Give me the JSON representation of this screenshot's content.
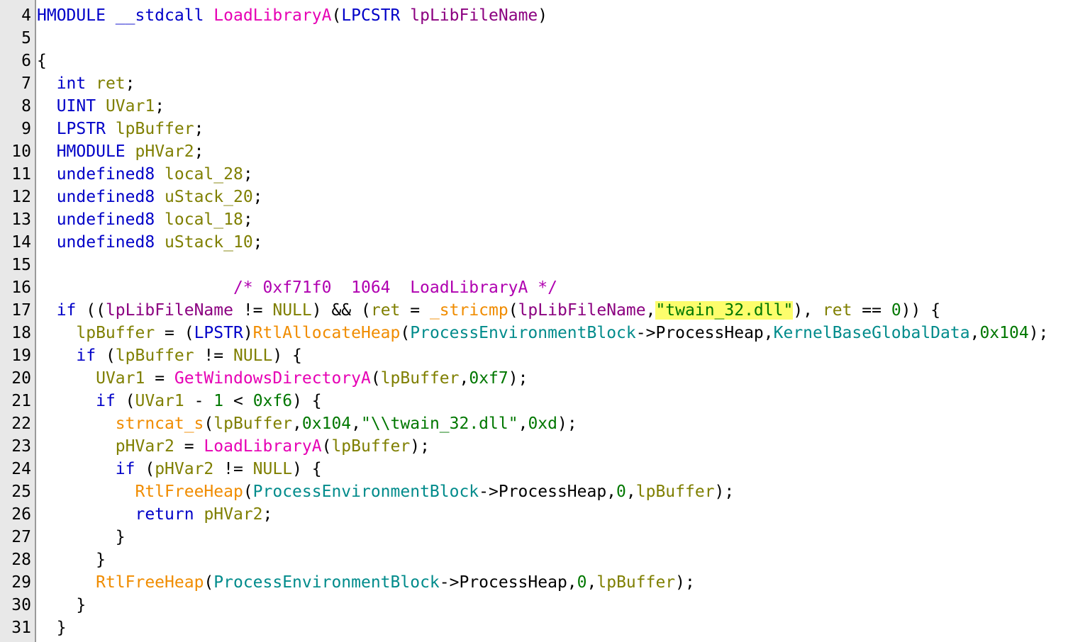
{
  "editor": {
    "lines": [
      {
        "n": "4",
        "tokens": [
          {
            "t": "HMODULE",
            "c": "type"
          },
          {
            "t": " ",
            "c": "pl"
          },
          {
            "t": "__stdcall",
            "c": "kw"
          },
          {
            "t": " ",
            "c": "pl"
          },
          {
            "t": "LoadLibraryA",
            "c": "fn"
          },
          {
            "t": "(",
            "c": "pl"
          },
          {
            "t": "LPCSTR",
            "c": "type"
          },
          {
            "t": " ",
            "c": "pl"
          },
          {
            "t": "lpLibFileName",
            "c": "param"
          },
          {
            "t": ")",
            "c": "pl"
          }
        ]
      },
      {
        "n": "5",
        "tokens": []
      },
      {
        "n": "6",
        "tokens": [
          {
            "t": "{",
            "c": "pl"
          }
        ]
      },
      {
        "n": "7",
        "tokens": [
          {
            "t": "  ",
            "c": "pl"
          },
          {
            "t": "int",
            "c": "type"
          },
          {
            "t": " ",
            "c": "pl"
          },
          {
            "t": "ret",
            "c": "var"
          },
          {
            "t": ";",
            "c": "pl"
          }
        ]
      },
      {
        "n": "8",
        "tokens": [
          {
            "t": "  ",
            "c": "pl"
          },
          {
            "t": "UINT",
            "c": "type"
          },
          {
            "t": " ",
            "c": "pl"
          },
          {
            "t": "UVar1",
            "c": "var"
          },
          {
            "t": ";",
            "c": "pl"
          }
        ]
      },
      {
        "n": "9",
        "tokens": [
          {
            "t": "  ",
            "c": "pl"
          },
          {
            "t": "LPSTR",
            "c": "type"
          },
          {
            "t": " ",
            "c": "pl"
          },
          {
            "t": "lpBuffer",
            "c": "var"
          },
          {
            "t": ";",
            "c": "pl"
          }
        ]
      },
      {
        "n": "10",
        "tokens": [
          {
            "t": "  ",
            "c": "pl"
          },
          {
            "t": "HMODULE",
            "c": "type"
          },
          {
            "t": " ",
            "c": "pl"
          },
          {
            "t": "pHVar2",
            "c": "var"
          },
          {
            "t": ";",
            "c": "pl"
          }
        ]
      },
      {
        "n": "11",
        "tokens": [
          {
            "t": "  ",
            "c": "pl"
          },
          {
            "t": "undefined8",
            "c": "type"
          },
          {
            "t": " ",
            "c": "pl"
          },
          {
            "t": "local_28",
            "c": "var"
          },
          {
            "t": ";",
            "c": "pl"
          }
        ]
      },
      {
        "n": "12",
        "tokens": [
          {
            "t": "  ",
            "c": "pl"
          },
          {
            "t": "undefined8",
            "c": "type"
          },
          {
            "t": " ",
            "c": "pl"
          },
          {
            "t": "uStack_20",
            "c": "var"
          },
          {
            "t": ";",
            "c": "pl"
          }
        ]
      },
      {
        "n": "13",
        "tokens": [
          {
            "t": "  ",
            "c": "pl"
          },
          {
            "t": "undefined8",
            "c": "type"
          },
          {
            "t": " ",
            "c": "pl"
          },
          {
            "t": "local_18",
            "c": "var"
          },
          {
            "t": ";",
            "c": "pl"
          }
        ]
      },
      {
        "n": "14",
        "tokens": [
          {
            "t": "  ",
            "c": "pl"
          },
          {
            "t": "undefined8",
            "c": "type"
          },
          {
            "t": " ",
            "c": "pl"
          },
          {
            "t": "uStack_10",
            "c": "var"
          },
          {
            "t": ";",
            "c": "pl"
          }
        ]
      },
      {
        "n": "15",
        "tokens": []
      },
      {
        "n": "16",
        "tokens": [
          {
            "t": "                    ",
            "c": "pl"
          },
          {
            "t": "/* 0xf71f0  1064  LoadLibraryA */",
            "c": "cmt"
          }
        ]
      },
      {
        "n": "17",
        "tokens": [
          {
            "t": "  ",
            "c": "pl"
          },
          {
            "t": "if",
            "c": "kw"
          },
          {
            "t": " ((",
            "c": "pl"
          },
          {
            "t": "lpLibFileName",
            "c": "param"
          },
          {
            "t": " != ",
            "c": "pl"
          },
          {
            "t": "NULL",
            "c": "var"
          },
          {
            "t": ") && (",
            "c": "pl"
          },
          {
            "t": "ret",
            "c": "var"
          },
          {
            "t": " = ",
            "c": "pl"
          },
          {
            "t": "_stricmp",
            "c": "call"
          },
          {
            "t": "(",
            "c": "pl"
          },
          {
            "t": "lpLibFileName",
            "c": "param"
          },
          {
            "t": ",",
            "c": "pl"
          },
          {
            "t": "\"twain_32.dll\"",
            "c": "str hl"
          },
          {
            "t": "), ",
            "c": "pl"
          },
          {
            "t": "ret",
            "c": "var"
          },
          {
            "t": " == ",
            "c": "pl"
          },
          {
            "t": "0",
            "c": "num"
          },
          {
            "t": ")) {",
            "c": "pl"
          }
        ]
      },
      {
        "n": "18",
        "tokens": [
          {
            "t": "    ",
            "c": "pl"
          },
          {
            "t": "lpBuffer",
            "c": "var"
          },
          {
            "t": " = (",
            "c": "pl"
          },
          {
            "t": "LPSTR",
            "c": "type"
          },
          {
            "t": ")",
            "c": "pl"
          },
          {
            "t": "RtlAllocateHeap",
            "c": "call"
          },
          {
            "t": "(",
            "c": "pl"
          },
          {
            "t": "ProcessEnvironmentBlock",
            "c": "glob"
          },
          {
            "t": "->ProcessHeap,",
            "c": "pl"
          },
          {
            "t": "KernelBaseGlobalData",
            "c": "glob"
          },
          {
            "t": ",",
            "c": "pl"
          },
          {
            "t": "0x104",
            "c": "num"
          },
          {
            "t": ");",
            "c": "pl"
          }
        ]
      },
      {
        "n": "19",
        "tokens": [
          {
            "t": "    ",
            "c": "pl"
          },
          {
            "t": "if",
            "c": "kw"
          },
          {
            "t": " (",
            "c": "pl"
          },
          {
            "t": "lpBuffer",
            "c": "var"
          },
          {
            "t": " != ",
            "c": "pl"
          },
          {
            "t": "NULL",
            "c": "var"
          },
          {
            "t": ") {",
            "c": "pl"
          }
        ]
      },
      {
        "n": "20",
        "tokens": [
          {
            "t": "      ",
            "c": "pl"
          },
          {
            "t": "UVar1",
            "c": "var"
          },
          {
            "t": " = ",
            "c": "pl"
          },
          {
            "t": "GetWindowsDirectoryA",
            "c": "fn"
          },
          {
            "t": "(",
            "c": "pl"
          },
          {
            "t": "lpBuffer",
            "c": "var"
          },
          {
            "t": ",",
            "c": "pl"
          },
          {
            "t": "0xf7",
            "c": "num"
          },
          {
            "t": ");",
            "c": "pl"
          }
        ]
      },
      {
        "n": "21",
        "tokens": [
          {
            "t": "      ",
            "c": "pl"
          },
          {
            "t": "if",
            "c": "kw"
          },
          {
            "t": " (",
            "c": "pl"
          },
          {
            "t": "UVar1",
            "c": "var"
          },
          {
            "t": " - ",
            "c": "pl"
          },
          {
            "t": "1",
            "c": "num"
          },
          {
            "t": " < ",
            "c": "pl"
          },
          {
            "t": "0xf6",
            "c": "num"
          },
          {
            "t": ") {",
            "c": "pl"
          }
        ]
      },
      {
        "n": "22",
        "tokens": [
          {
            "t": "        ",
            "c": "pl"
          },
          {
            "t": "strncat_s",
            "c": "call"
          },
          {
            "t": "(",
            "c": "pl"
          },
          {
            "t": "lpBuffer",
            "c": "var"
          },
          {
            "t": ",",
            "c": "pl"
          },
          {
            "t": "0x104",
            "c": "num"
          },
          {
            "t": ",",
            "c": "pl"
          },
          {
            "t": "\"\\\\twain_32.dll\"",
            "c": "str"
          },
          {
            "t": ",",
            "c": "pl"
          },
          {
            "t": "0xd",
            "c": "num"
          },
          {
            "t": ");",
            "c": "pl"
          }
        ]
      },
      {
        "n": "23",
        "tokens": [
          {
            "t": "        ",
            "c": "pl"
          },
          {
            "t": "pHVar2",
            "c": "var"
          },
          {
            "t": " = ",
            "c": "pl"
          },
          {
            "t": "LoadLibraryA",
            "c": "fn"
          },
          {
            "t": "(",
            "c": "pl"
          },
          {
            "t": "lpBuffer",
            "c": "var"
          },
          {
            "t": ");",
            "c": "pl"
          }
        ]
      },
      {
        "n": "24",
        "tokens": [
          {
            "t": "        ",
            "c": "pl"
          },
          {
            "t": "if",
            "c": "kw"
          },
          {
            "t": " (",
            "c": "pl"
          },
          {
            "t": "pHVar2",
            "c": "var"
          },
          {
            "t": " != ",
            "c": "pl"
          },
          {
            "t": "NULL",
            "c": "var"
          },
          {
            "t": ") {",
            "c": "pl"
          }
        ]
      },
      {
        "n": "25",
        "tokens": [
          {
            "t": "          ",
            "c": "pl"
          },
          {
            "t": "RtlFreeHeap",
            "c": "call"
          },
          {
            "t": "(",
            "c": "pl"
          },
          {
            "t": "ProcessEnvironmentBlock",
            "c": "glob"
          },
          {
            "t": "->ProcessHeap,",
            "c": "pl"
          },
          {
            "t": "0",
            "c": "num"
          },
          {
            "t": ",",
            "c": "pl"
          },
          {
            "t": "lpBuffer",
            "c": "var"
          },
          {
            "t": ");",
            "c": "pl"
          }
        ]
      },
      {
        "n": "26",
        "tokens": [
          {
            "t": "          ",
            "c": "pl"
          },
          {
            "t": "return",
            "c": "kw"
          },
          {
            "t": " ",
            "c": "pl"
          },
          {
            "t": "pHVar2",
            "c": "var"
          },
          {
            "t": ";",
            "c": "pl"
          }
        ]
      },
      {
        "n": "27",
        "tokens": [
          {
            "t": "        }",
            "c": "pl"
          }
        ]
      },
      {
        "n": "28",
        "tokens": [
          {
            "t": "      }",
            "c": "pl"
          }
        ]
      },
      {
        "n": "29",
        "tokens": [
          {
            "t": "      ",
            "c": "pl"
          },
          {
            "t": "RtlFreeHeap",
            "c": "call"
          },
          {
            "t": "(",
            "c": "pl"
          },
          {
            "t": "ProcessEnvironmentBlock",
            "c": "glob"
          },
          {
            "t": "->ProcessHeap,",
            "c": "pl"
          },
          {
            "t": "0",
            "c": "num"
          },
          {
            "t": ",",
            "c": "pl"
          },
          {
            "t": "lpBuffer",
            "c": "var"
          },
          {
            "t": ");",
            "c": "pl"
          }
        ]
      },
      {
        "n": "30",
        "tokens": [
          {
            "t": "    }",
            "c": "pl"
          }
        ]
      },
      {
        "n": "31",
        "tokens": [
          {
            "t": "  }",
            "c": "pl"
          }
        ]
      }
    ]
  },
  "colors": {
    "keyword": "#0000c8",
    "function": "#e600b4",
    "call": "#f08c00",
    "variable": "#7f7f00",
    "global": "#008b8b",
    "number": "#007700",
    "parameter": "#8b0080",
    "comment": "#b000b0",
    "highlight": "#fdfd6c",
    "gutter": "#e8e8e8"
  }
}
